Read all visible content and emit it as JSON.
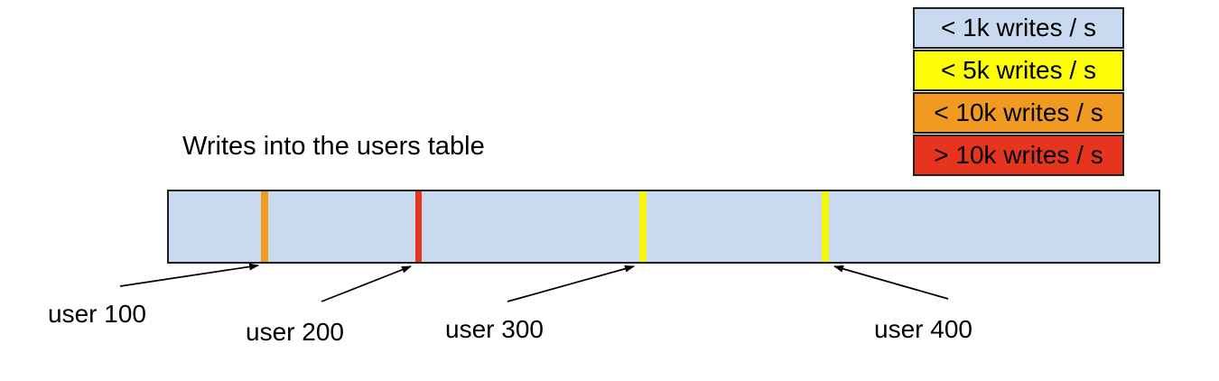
{
  "title": "Writes into the users table",
  "legend": {
    "items": [
      {
        "label": "< 1k writes / s",
        "color": "#c9daf0"
      },
      {
        "label": "< 5k writes / s",
        "color": "#fdfd06"
      },
      {
        "label": "< 10k writes / s",
        "color": "#f19a22"
      },
      {
        "label": "> 10k writes / s",
        "color": "#e6341f"
      }
    ]
  },
  "bar": {
    "fill_color": "#c9daf0",
    "border_color": "#1f1f1f"
  },
  "users": [
    {
      "label": "user 100",
      "rate_class": "< 10k writes / s",
      "marker_color": "#f19a22"
    },
    {
      "label": "user 200",
      "rate_class": "> 10k writes / s",
      "marker_color": "#e6341f"
    },
    {
      "label": "user 300",
      "rate_class": "< 5k writes / s",
      "marker_color": "#f6f60e"
    },
    {
      "label": "user 400",
      "rate_class": "< 5k writes / s",
      "marker_color": "#f6f60e"
    }
  ]
}
